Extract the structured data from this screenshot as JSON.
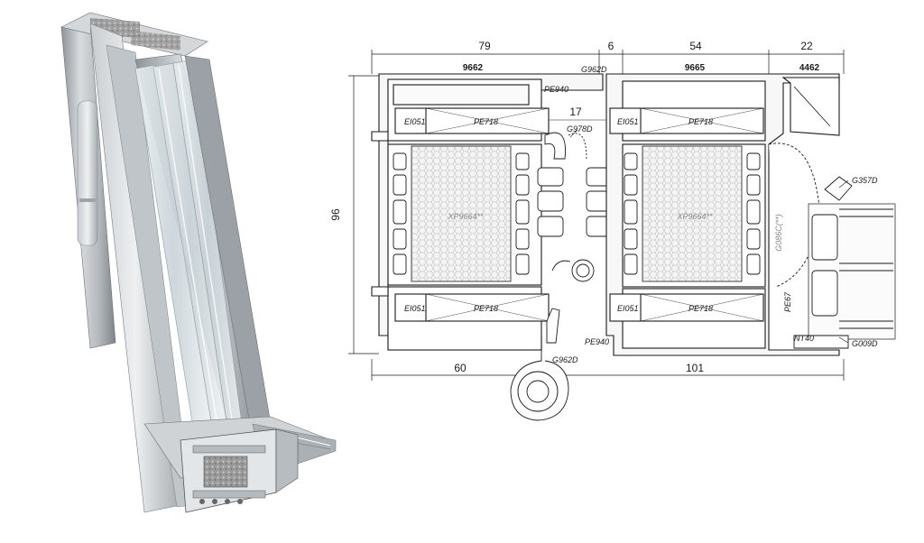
{
  "render": {
    "title": "Window profile 3D cross-section",
    "subtitle": "Technical section drawing with dimensions"
  },
  "dimensions": {
    "top_left": "79",
    "top_gap": "6",
    "top_mid": "54",
    "top_right": "22",
    "height": "96",
    "inner_gap": "17",
    "bottom_left": "60",
    "bottom_right": "101"
  },
  "profiles": {
    "left_frame": "9662",
    "right_frame": "9665",
    "glazing_bead": "4462"
  },
  "parts": {
    "gasket_top": "G962D",
    "gasket_bottom": "G962D",
    "pe940_top": "PE940",
    "pe940_bottom": "PE940",
    "ei051_tl": "EI051",
    "pe718_tl": "PE718",
    "ei051_tr": "EI051",
    "pe718_tr": "PE718",
    "ei051_bl": "EI051",
    "pe718_bl": "PE718",
    "ei051_br": "EI051",
    "pe718_br": "PE718",
    "g978d": "G978D",
    "xp_left": "XP9664**",
    "xp_right": "XP9664**",
    "g086c": "G086C(**)",
    "g357d": "G357D",
    "pe67": "PE67",
    "nt40": "NT40",
    "g009d": "G009D"
  },
  "colors": {
    "line": "#1a1a1a",
    "aluminium_light": "#e6e8ea",
    "aluminium_dark": "#8d9398",
    "glass": "#cfd8dc",
    "insulation": "#bfbfbf"
  }
}
